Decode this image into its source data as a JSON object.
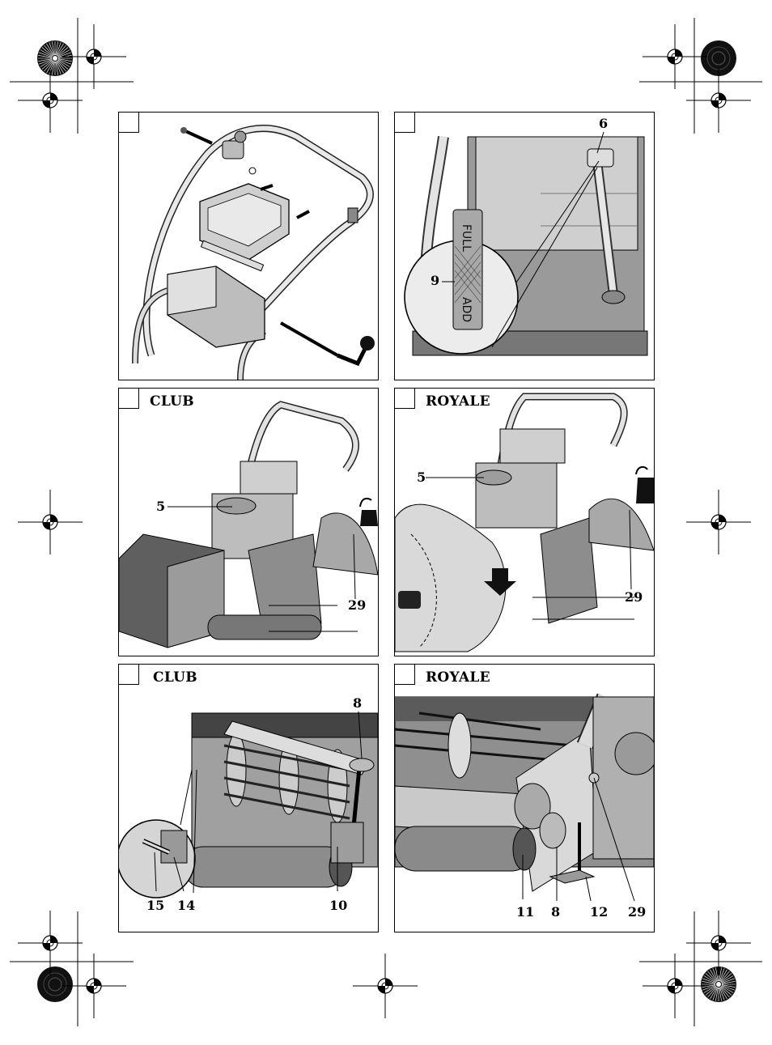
{
  "colors": {
    "line": "#000000",
    "metal_light": "#d9d9d9",
    "metal_mid": "#a8a8a8",
    "metal_dark": "#5a5a5a",
    "paper": "#ffffff"
  },
  "panels": [
    {
      "id": "p1",
      "title": "",
      "callouts": []
    },
    {
      "id": "p2",
      "title": "",
      "callouts": [
        "6",
        "9"
      ],
      "dipstick": {
        "full": "FULL",
        "add": "ADD"
      }
    },
    {
      "id": "p3",
      "title": "CLUB",
      "callouts": [
        "5",
        "29"
      ]
    },
    {
      "id": "p4",
      "title": "ROYALE",
      "callouts": [
        "5",
        "29"
      ]
    },
    {
      "id": "p5",
      "title": "CLUB",
      "callouts": [
        "8",
        "15",
        "14",
        "10"
      ]
    },
    {
      "id": "p6",
      "title": "ROYALE",
      "callouts": [
        "11",
        "8",
        "12",
        "29"
      ]
    }
  ],
  "icons": [
    "registration-crosshair-icon",
    "starburst-target-icon",
    "oil-can-icon",
    "push-arrow-icon"
  ]
}
